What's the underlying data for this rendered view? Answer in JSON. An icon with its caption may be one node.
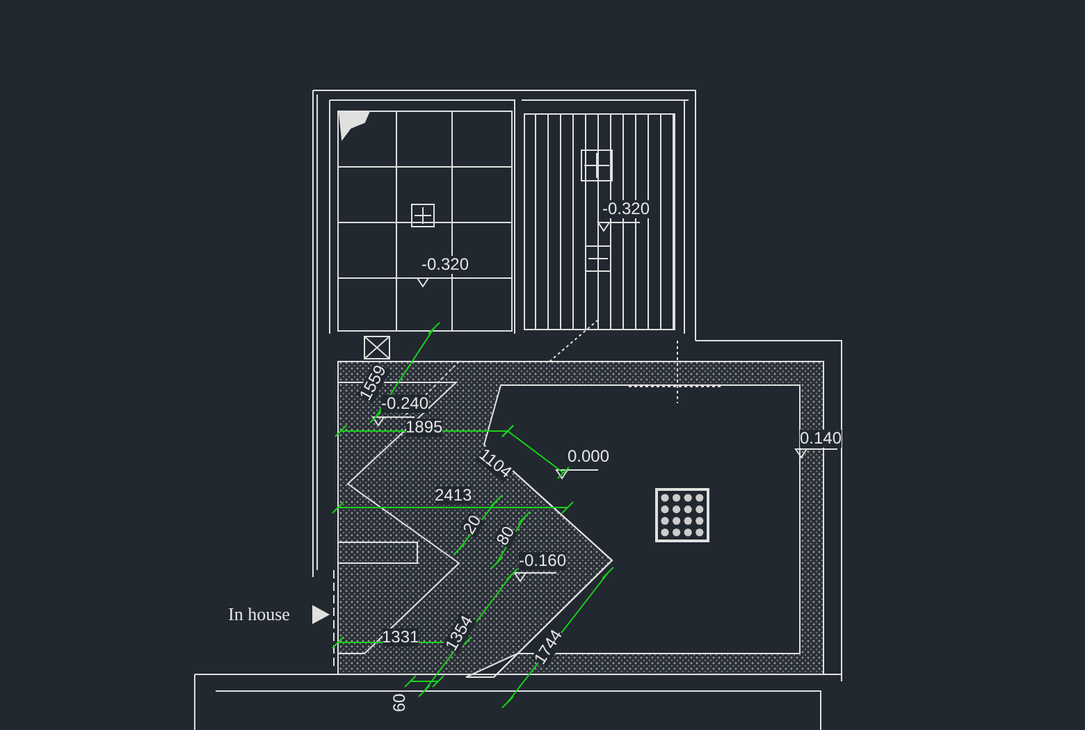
{
  "diagram": {
    "labels": [
      "-0.320",
      "-0.320",
      "1559",
      "-0.240",
      "1895",
      "0.140",
      "1104",
      "0.000",
      "2413",
      "20",
      "80",
      "-0.160",
      "In house",
      "1331",
      "1354",
      "1744",
      "60"
    ]
  }
}
